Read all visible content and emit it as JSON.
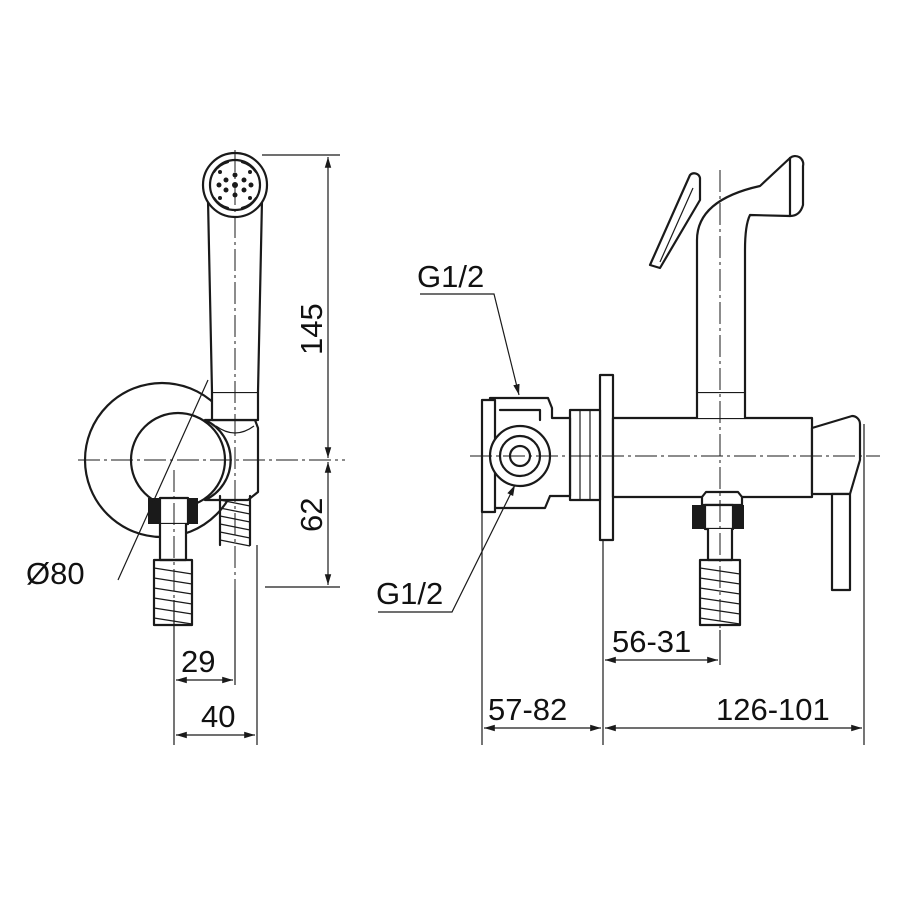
{
  "labels": {
    "height_handshower": "145",
    "height_lower": "62",
    "diameter_rosette": "Ø80",
    "offset_29": "29",
    "offset_40": "40",
    "thread_top": "G1/2",
    "thread_bottom": "G1/2",
    "depth_wall": "57-82",
    "projection_body": "126-101",
    "hose_outlet": "56-31"
  }
}
